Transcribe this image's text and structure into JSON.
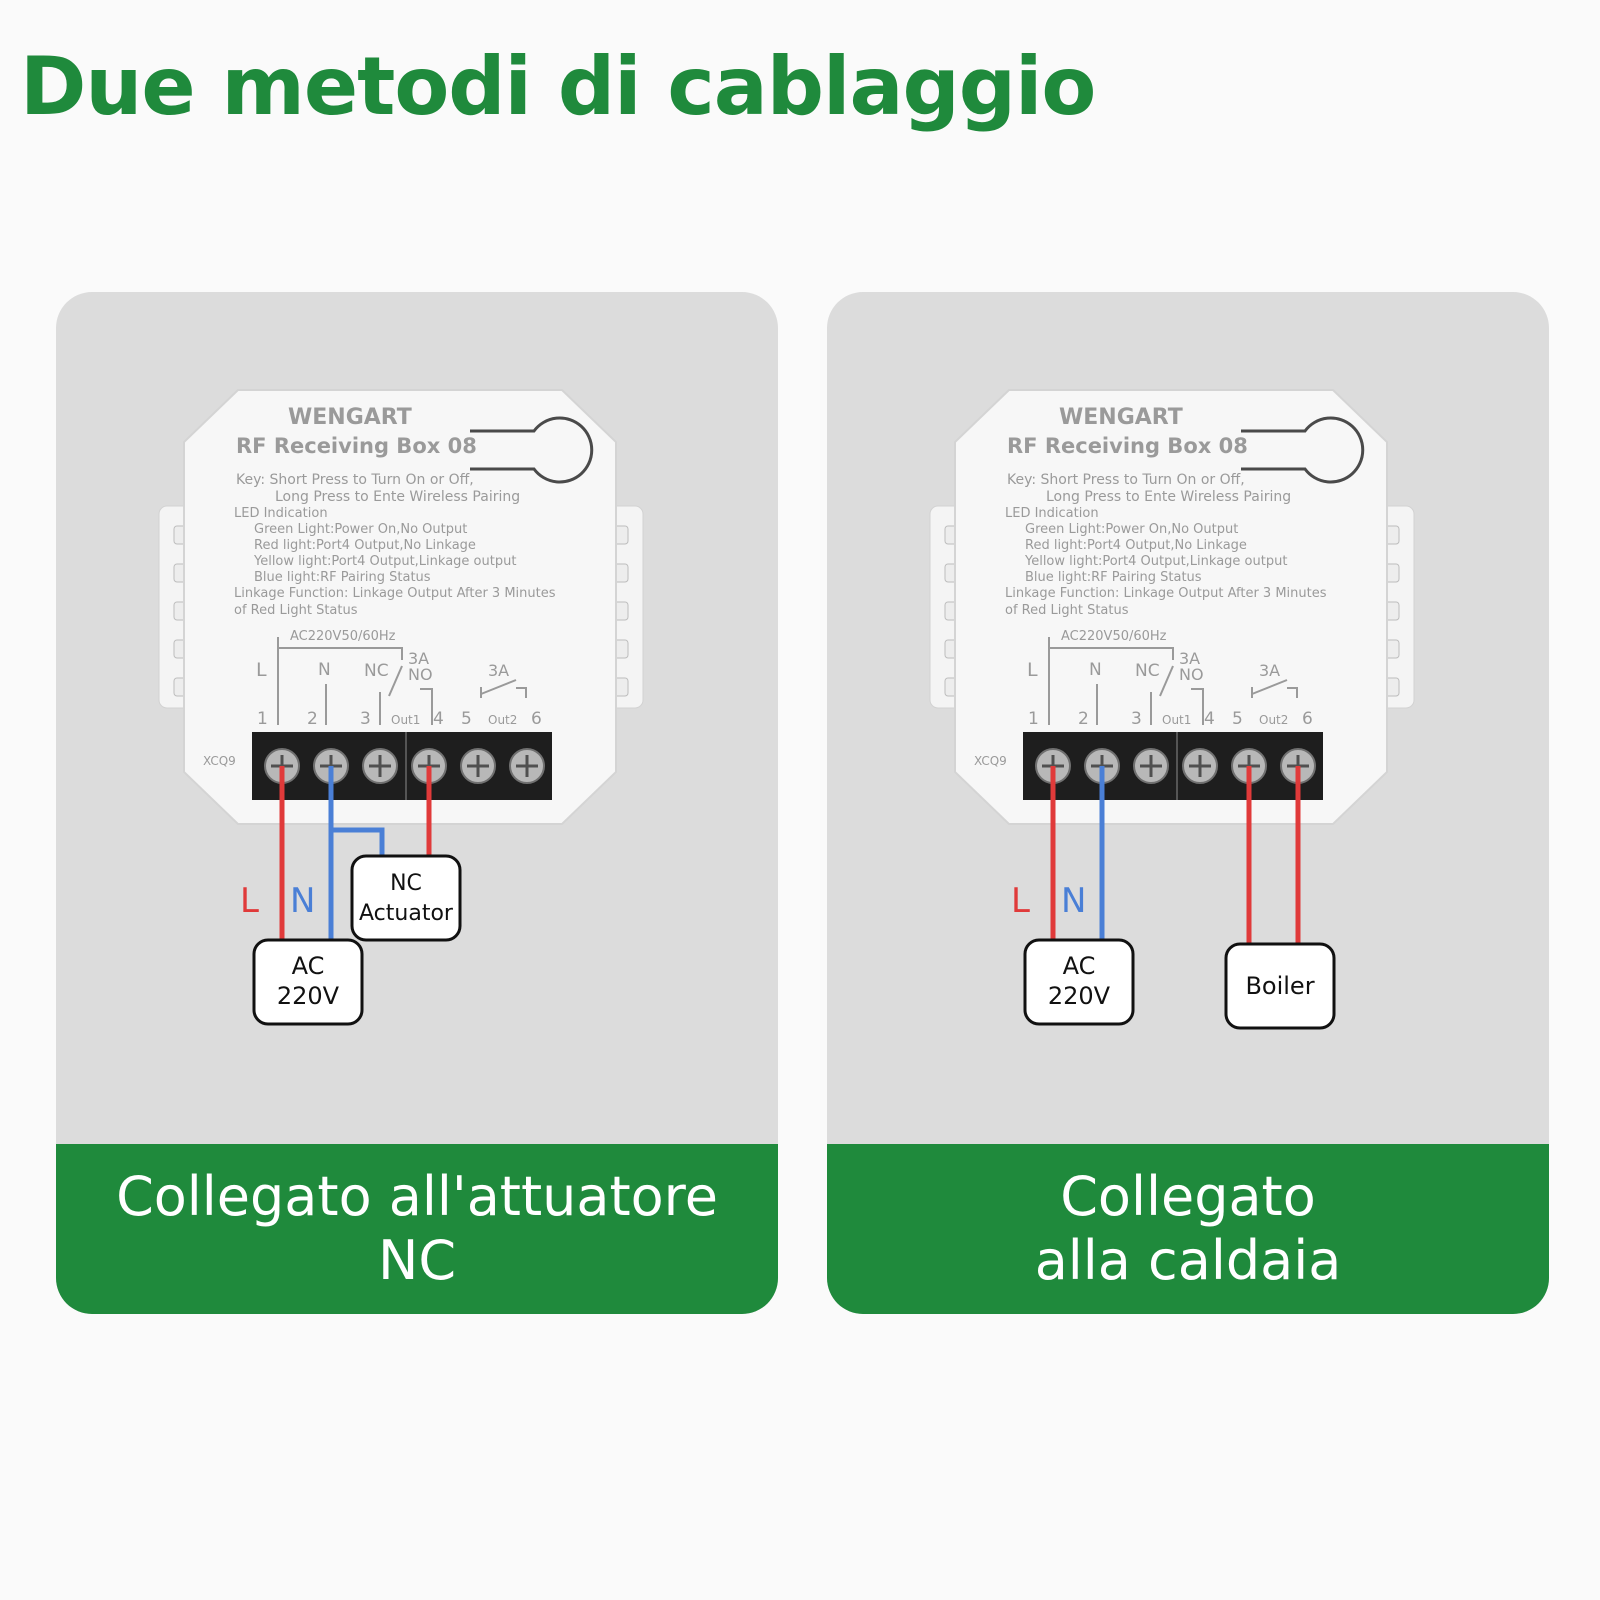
{
  "page_title": "Due metodi di cablaggio",
  "colors": {
    "brand_green": "#1f8a3c",
    "live_wire": "#e03a3a",
    "neutral_wire": "#4a7fd6"
  },
  "device": {
    "brand": "WENGART",
    "model": "RF Receiving Box 08",
    "key_line1": "Key: Short Press to Turn On or Off,",
    "key_line2": "Long Press to Ente  Wireless Pairing",
    "led_heading": "LED Indication",
    "led_green": "Green Light:Power On,No Output",
    "led_red": "Red light:Port4 Output,No Linkage",
    "led_yellow": "Yellow light:Port4 Output,Linkage output",
    "led_blue": "Blue light:RF Pairing Status",
    "linkage_line1": "Linkage Function: Linkage Output After 3 Minutes",
    "linkage_line2": "of Red Light Status",
    "ac_label": "AC220V50/60Hz",
    "label_L": "L",
    "label_N": "N",
    "label_NC": "NC",
    "label_NO": "NO",
    "label_3A_a": "3A",
    "label_3A_b": "3A",
    "out1": "Out1",
    "out2": "Out2",
    "terminals": [
      "1",
      "2",
      "3",
      "4",
      "5",
      "6"
    ],
    "code": "XCQ9"
  },
  "wire_labels": {
    "live": "L",
    "neutral": "N"
  },
  "left_panel": {
    "source_box": [
      "AC",
      "220V"
    ],
    "load_box": [
      "NC",
      "Actuator"
    ],
    "caption": [
      "Collegato all'attuatore",
      "NC"
    ]
  },
  "right_panel": {
    "source_box": [
      "AC",
      "220V"
    ],
    "load_box": [
      "Boiler"
    ],
    "caption": [
      "Collegato",
      "alla caldaia"
    ]
  }
}
